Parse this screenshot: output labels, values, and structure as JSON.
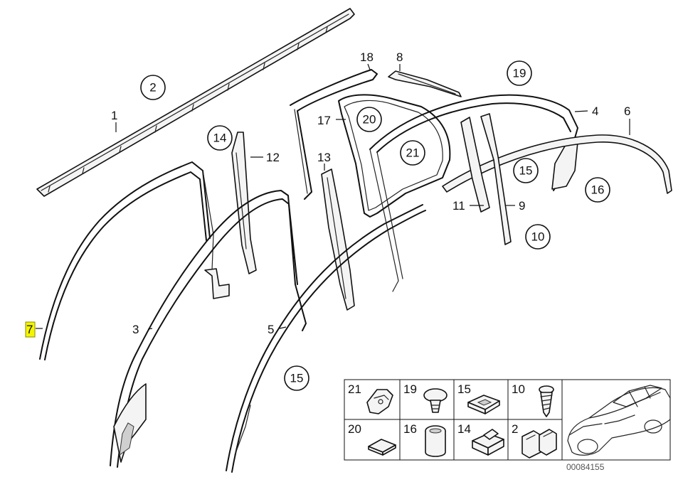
{
  "diagram": {
    "callouts": [
      "1",
      "3",
      "4",
      "5",
      "6",
      "7",
      "8",
      "9",
      "11",
      "12",
      "13",
      "17",
      "18"
    ],
    "highlighted_callout": "7",
    "bubbles": [
      "2",
      "14",
      "19",
      "20",
      "21",
      "15",
      "10",
      "16",
      "15"
    ],
    "highlight_color": "#f5f500"
  },
  "legend": {
    "row1": [
      "21",
      "19",
      "15",
      "10"
    ],
    "row2": [
      "20",
      "16",
      "14",
      "2"
    ]
  },
  "document_number": "00084155"
}
